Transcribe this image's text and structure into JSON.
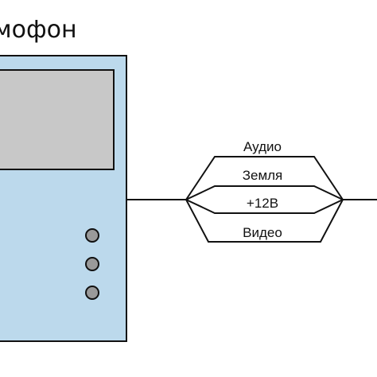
{
  "title": "мофон",
  "wires": {
    "w1": "Аудио",
    "w2": "Земля",
    "w3": "+12В",
    "w4": "Видео"
  },
  "colors": {
    "device_body": "#bcd9ec",
    "screen": "#c8c8c8",
    "button": "#9a9a9a",
    "line": "#111111"
  },
  "icons": {
    "buttons": "circle-button-icon"
  }
}
